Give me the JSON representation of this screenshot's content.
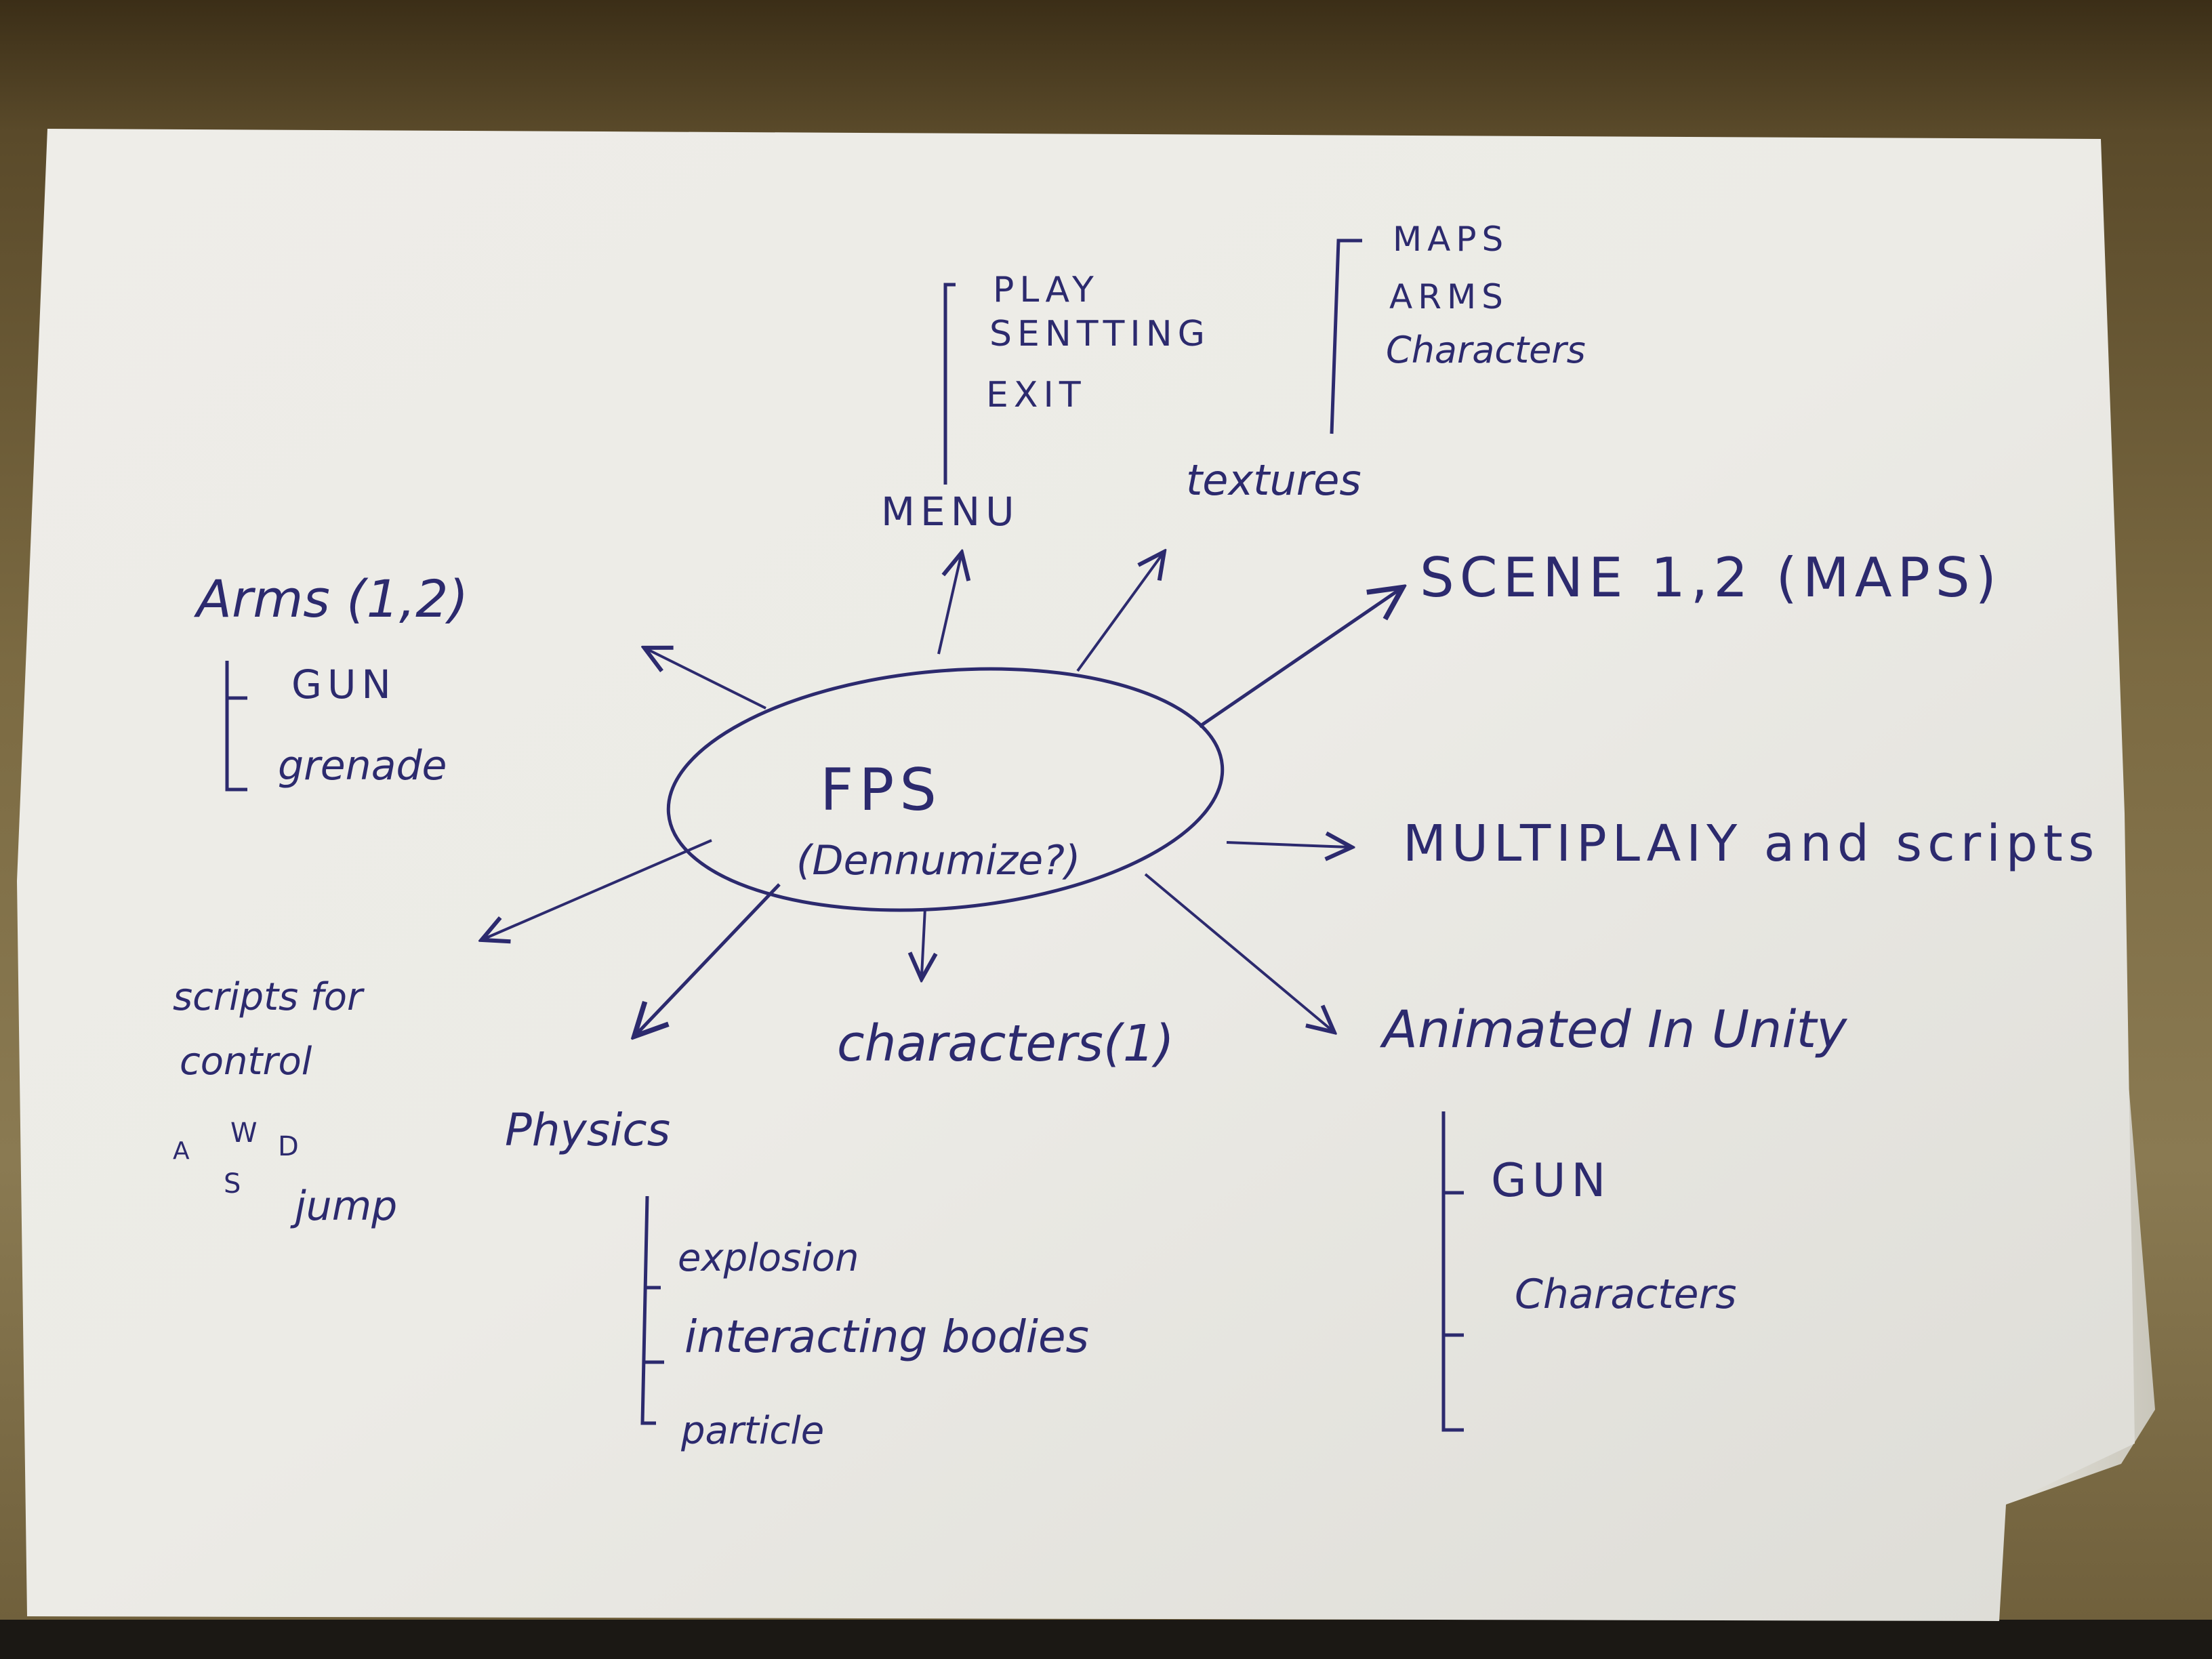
{
  "center": {
    "title": "FPS",
    "subtitle": "(Dennumize?)"
  },
  "menu": {
    "label": "MENU",
    "items": [
      "PLAY",
      "SENTTING",
      "EXIT"
    ]
  },
  "textures": {
    "label": "textures",
    "items": [
      "MAPS",
      "ARMS",
      "Characters"
    ]
  },
  "scene": {
    "label": "SCENE 1,2 (MAPS)"
  },
  "multiplay": {
    "label": "MULTIPLAIY and scripts"
  },
  "animated": {
    "label": "Animated In Unity",
    "items": [
      "GUN",
      "Characters"
    ]
  },
  "characters": {
    "label": "characters(1)"
  },
  "physics": {
    "label": "Physics",
    "items": [
      "explosion",
      "interacting bodies",
      "particle"
    ]
  },
  "scripts_control": {
    "label_line1": "scripts for",
    "label_line2": "control",
    "keys": {
      "w": "W",
      "a": "A",
      "d": "D",
      "s": "S",
      "jump": "jump"
    }
  },
  "arms": {
    "label": "Arms (1,2)",
    "items": [
      "GUN",
      "grenade"
    ]
  },
  "colors": {
    "ink": "#2c2a6e",
    "paper": "#ebeae5",
    "table": "#7b6a42"
  }
}
